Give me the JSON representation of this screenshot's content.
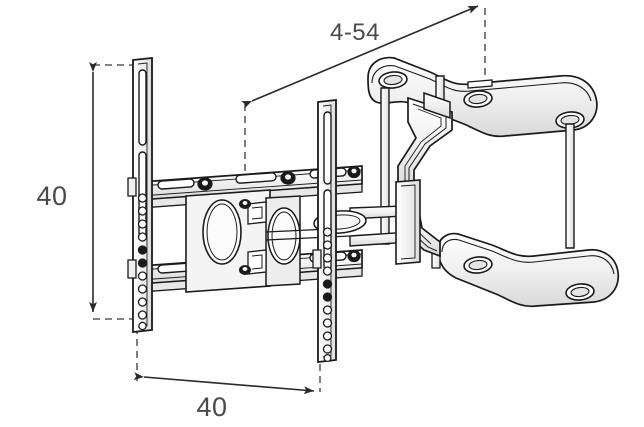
{
  "drawing": {
    "title": "TV Wall Mount Bracket Technical Drawing",
    "background_color": "#fefefe",
    "line_color": "#1a1a1a",
    "dim_color": "#4a4a4a",
    "shade_color": "#d8d8d8"
  },
  "dimensions": {
    "height_label": "40",
    "width_label": "40",
    "extension_label": "4-54"
  },
  "annotations": {
    "height_name": "vertical-height-dimension",
    "width_name": "horizontal-width-dimension",
    "extension_name": "extension-range-dimension"
  },
  "parts": {
    "left_rail": "left-vertical-rail",
    "right_rail": "right-vertical-rail",
    "upper_crossbar": "upper-horizontal-crossbar",
    "lower_crossbar": "lower-horizontal-crossbar",
    "center_plate": "center-pivot-plate",
    "upper_arm": "upper-articulating-arm",
    "lower_arm": "lower-articulating-arm",
    "upper_wall_plate": "upper-wall-plate",
    "lower_wall_plate": "lower-wall-plate"
  }
}
